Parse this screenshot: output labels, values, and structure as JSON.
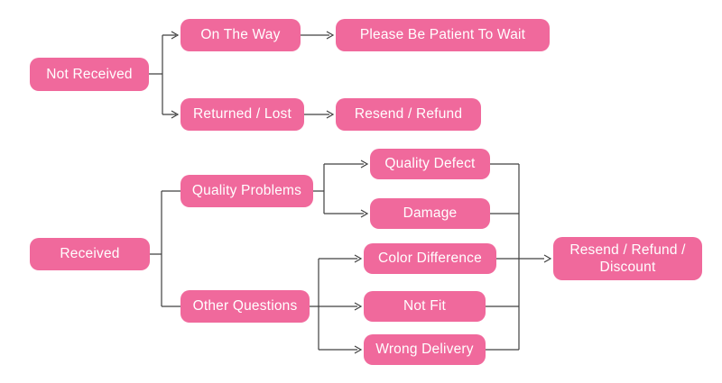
{
  "diagram": {
    "type": "flowchart",
    "background_color": "#ffffff",
    "node_fill_color": "#f0699c",
    "node_text_color": "#ffffff",
    "connector_color": "#404040",
    "nodes": [
      {
        "id": "not-received",
        "label": "Not Received"
      },
      {
        "id": "on-the-way",
        "label": "On The Way"
      },
      {
        "id": "please-be-patient-to-wait",
        "label": "Please Be Patient To Wait"
      },
      {
        "id": "returned-lost",
        "label": "Returned / Lost"
      },
      {
        "id": "resend-refund",
        "label": "Resend / Refund"
      },
      {
        "id": "received",
        "label": "Received"
      },
      {
        "id": "quality-problems",
        "label": "Quality Problems"
      },
      {
        "id": "other-questions",
        "label": "Other Questions"
      },
      {
        "id": "quality-defect",
        "label": "Quality Defect"
      },
      {
        "id": "damage",
        "label": "Damage"
      },
      {
        "id": "color-difference",
        "label": "Color Difference"
      },
      {
        "id": "not-fit",
        "label": "Not Fit"
      },
      {
        "id": "wrong-delivery",
        "label": "Wrong Delivery"
      },
      {
        "id": "resend-refund-discount",
        "label": "Resend / Refund / Discount"
      }
    ],
    "edges": [
      {
        "from": "not-received",
        "to": "on-the-way",
        "arrowhead": true
      },
      {
        "from": "not-received",
        "to": "returned-lost",
        "arrowhead": true
      },
      {
        "from": "on-the-way",
        "to": "please-be-patient-to-wait",
        "arrowhead": true
      },
      {
        "from": "returned-lost",
        "to": "resend-refund",
        "arrowhead": true
      },
      {
        "from": "received",
        "to": "quality-problems",
        "arrowhead": false
      },
      {
        "from": "received",
        "to": "other-questions",
        "arrowhead": false
      },
      {
        "from": "quality-problems",
        "to": "quality-defect",
        "arrowhead": true
      },
      {
        "from": "quality-problems",
        "to": "damage",
        "arrowhead": true
      },
      {
        "from": "other-questions",
        "to": "color-difference",
        "arrowhead": true
      },
      {
        "from": "other-questions",
        "to": "not-fit",
        "arrowhead": true
      },
      {
        "from": "other-questions",
        "to": "wrong-delivery",
        "arrowhead": true
      },
      {
        "from": "quality-defect",
        "to": "resend-refund-discount",
        "arrowhead": true
      },
      {
        "from": "damage",
        "to": "resend-refund-discount",
        "arrowhead": true
      },
      {
        "from": "color-difference",
        "to": "resend-refund-discount",
        "arrowhead": true
      },
      {
        "from": "not-fit",
        "to": "resend-refund-discount",
        "arrowhead": true
      },
      {
        "from": "wrong-delivery",
        "to": "resend-refund-discount",
        "arrowhead": true
      }
    ]
  }
}
